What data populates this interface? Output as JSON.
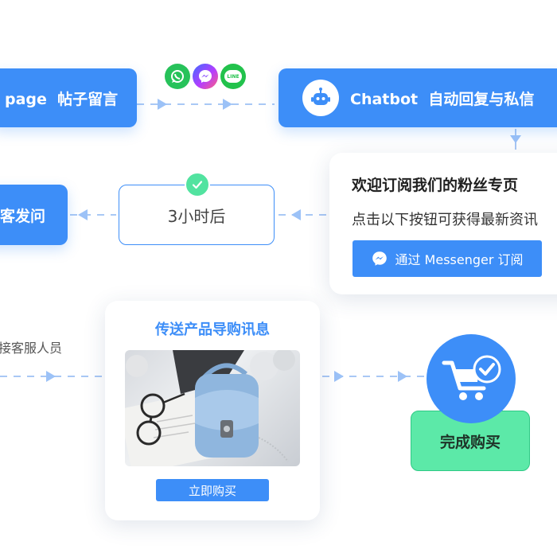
{
  "nodes": {
    "fb_page": {
      "label": "page  帖子留言"
    },
    "chatbot": {
      "label": "Chatbot  自动回复与私信"
    },
    "customer": {
      "label": "客发问"
    },
    "delay": {
      "label": "3小时后"
    },
    "agent": {
      "label": "接客服人员"
    },
    "finish": {
      "label": "完成购买"
    }
  },
  "channels": [
    "whatsapp-icon",
    "messenger-icon",
    "line-icon"
  ],
  "line_icon_text": "LINE",
  "subscribe_card": {
    "title": "欢迎订阅我们的粉丝专页",
    "body": "点击以下按钮可获得最新资讯",
    "button_label": "通过 Messenger 订阅"
  },
  "product_card": {
    "title": "传送产品导购讯息",
    "button_label": "立即购买"
  },
  "colors": {
    "blue": "#3d8ef8",
    "green": "#5ce9a8",
    "arrow": "#9cc2f7"
  }
}
